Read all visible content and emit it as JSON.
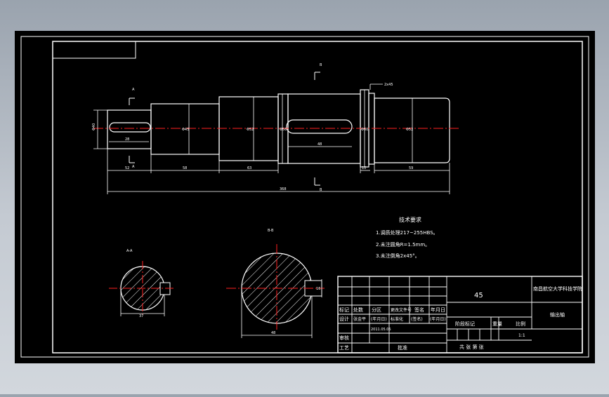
{
  "drawing": {
    "section_marks": {
      "top_b": "B",
      "left_a": "A",
      "a_lower": "A",
      "b_lower": "B",
      "view_a": "A-A",
      "view_b": "B-B"
    },
    "dims_horizontal": {
      "keyway_left_len": "28",
      "keyway_left_offset": "52",
      "seg2_len": "58",
      "seg3_len": "63",
      "seg4_keyway_len": "48",
      "collar_len": "10",
      "last_seg_len": "59",
      "overall_len": "368",
      "chamfer_note": "2x45"
    },
    "dims_vertical": {
      "d1": "Φ40",
      "d2": "Φ45",
      "d3": "Φ52",
      "d4": "Φ56",
      "d5": "Φ60",
      "d6": "Φ52"
    },
    "section_a_dim": "37",
    "section_b_dim": "48",
    "section_b_key": "16",
    "technical_requirements": {
      "title": "技术要求",
      "items": [
        "1.调质处理217~255HBS。",
        "2.未注圆角R=1.5mm。",
        "3.未注倒角2x45°。"
      ]
    },
    "title_block": {
      "material": "45",
      "school": "南昌航空大学科技学院",
      "part_name": "输出轴",
      "row_labels": [
        "标记",
        "设计",
        "审核",
        "工艺"
      ],
      "header_cells": [
        "处数",
        "分区",
        "更改文件号",
        "签名",
        "年月日"
      ],
      "design_row": [
        "张金平",
        "(年月日)",
        "标准化",
        "(签名)",
        "(年月日)"
      ],
      "date": "2011.05.05",
      "approve": "批准",
      "stage_labels": [
        "阶段标记",
        "重量",
        "比例"
      ],
      "scale": "1:1",
      "sheets": "共  张  第  张"
    }
  },
  "colors": {
    "paper": "#000000",
    "line": "#ffffff",
    "centerline": "#ff2020",
    "frame": "#ffffff"
  }
}
